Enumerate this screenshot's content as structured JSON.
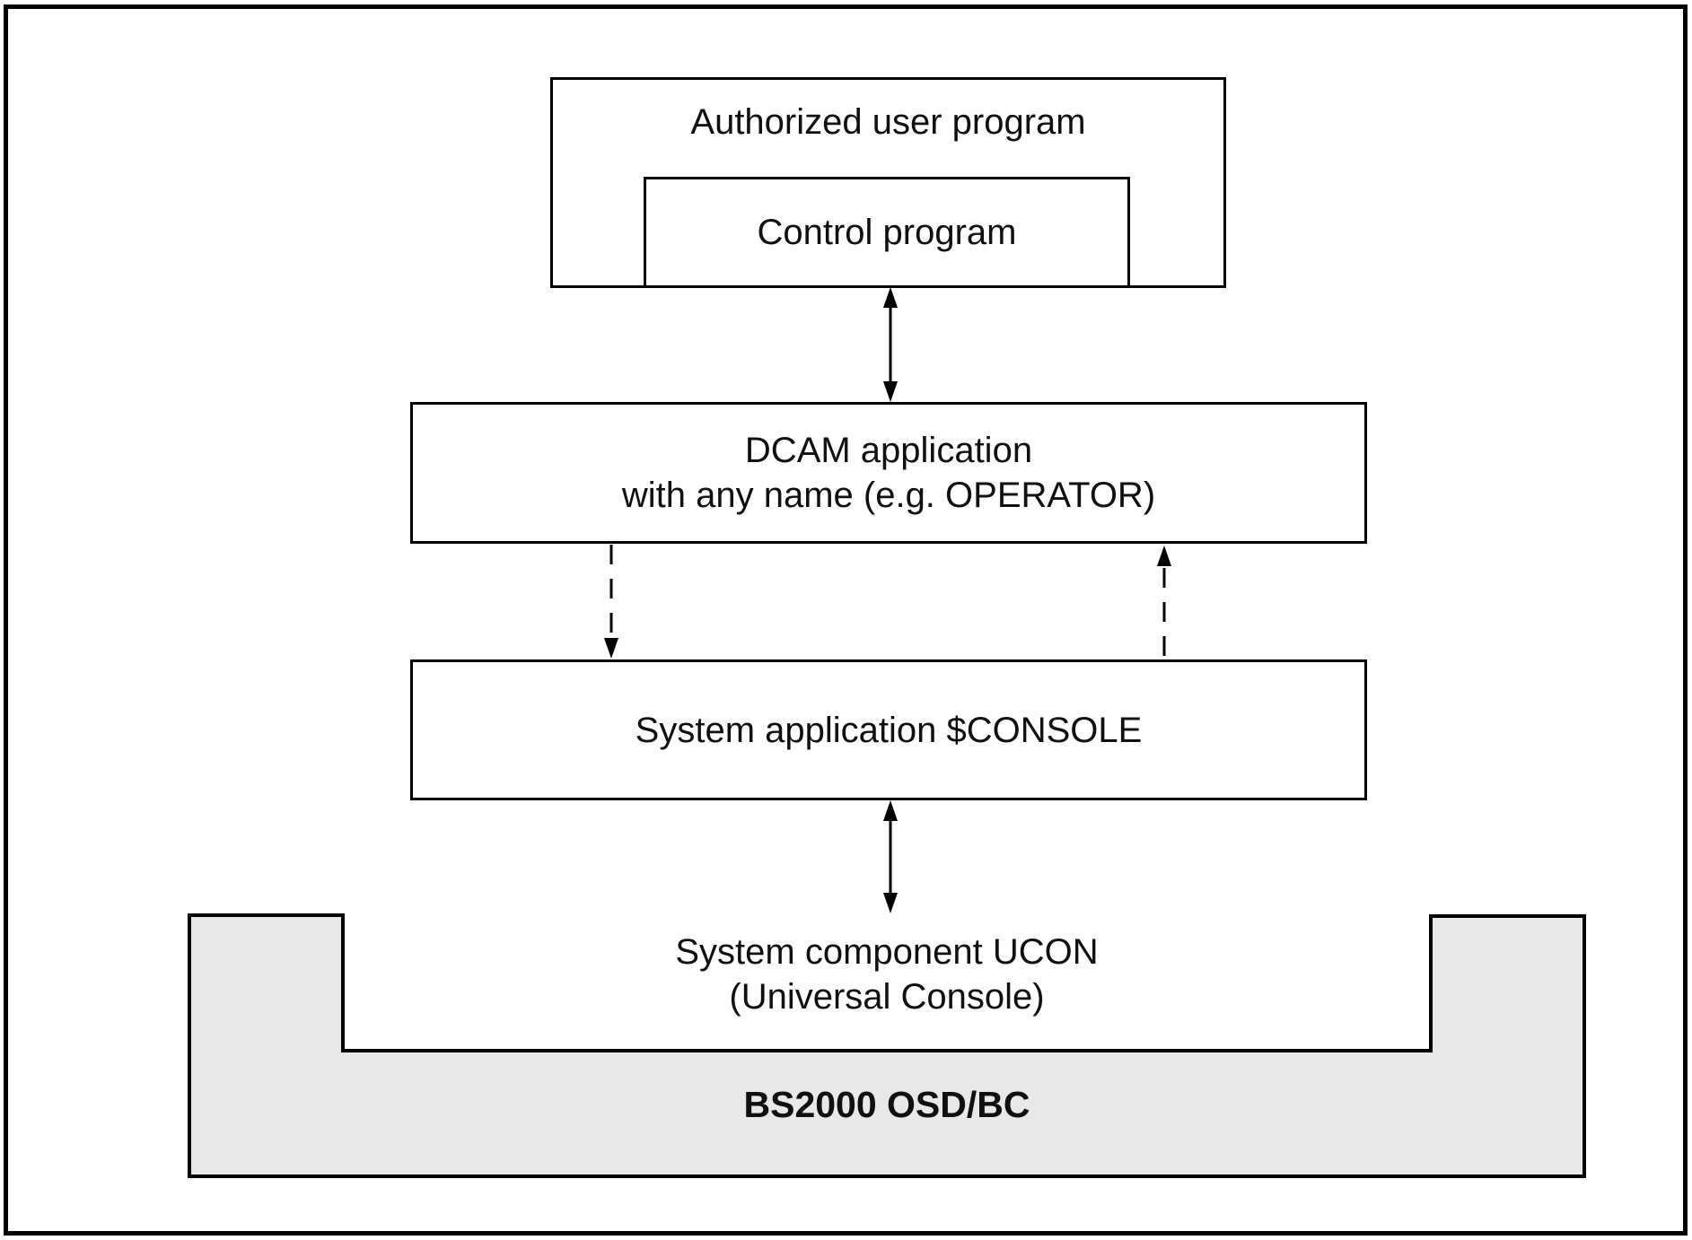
{
  "diagram": {
    "boxes": {
      "authorized": {
        "label": "Authorized user program"
      },
      "control": {
        "label": "Control program"
      },
      "dcam": {
        "line1": "DCAM application",
        "line2": "with any name (e.g. OPERATOR)"
      },
      "console": {
        "label": "System application $CONSOLE"
      },
      "ucon": {
        "line1": "System component UCON",
        "line2": "(Universal Console)"
      },
      "bs2000": {
        "label": "BS2000 OSD/BC"
      }
    },
    "connections": [
      {
        "from": "Control program",
        "to": "DCAM application",
        "style": "solid",
        "direction": "both"
      },
      {
        "from": "DCAM application",
        "to": "System application $CONSOLE",
        "style": "dashed",
        "direction": "down"
      },
      {
        "from": "System application $CONSOLE",
        "to": "DCAM application",
        "style": "dashed",
        "direction": "up"
      },
      {
        "from": "System application $CONSOLE",
        "to": "System component UCON",
        "style": "solid",
        "direction": "both"
      }
    ]
  },
  "colors": {
    "line": "#000000",
    "text": "#101010",
    "shape_fill": "#e8e8e8",
    "background": "#ffffff"
  }
}
